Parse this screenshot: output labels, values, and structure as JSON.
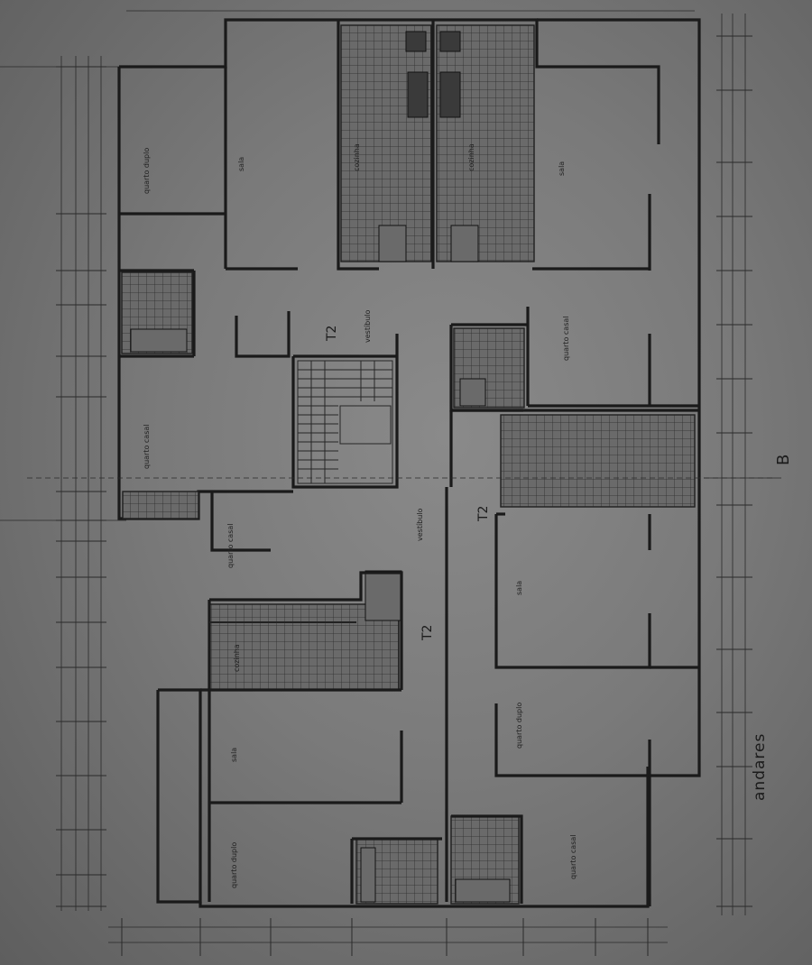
{
  "drawing": {
    "floor_label": "andares",
    "section_marker": "B"
  },
  "rooms": {
    "t2_a": "T2",
    "t2_b": "T2",
    "t2_c": "T2",
    "quarto_casal_1": "quarto casal",
    "quarto_casal_2": "quarto casal",
    "quarto_casal_3": "quarto casal",
    "quarto_casal_4": "quarto casal",
    "quarto_duplo_1": "quarto duplo",
    "quarto_duplo_2": "quarto duplo",
    "quarto_duplo_3": "quarto duplo",
    "sala_1": "sala",
    "sala_2": "sala",
    "sala_3": "sala",
    "sala_4": "sala",
    "cozinha_1": "cozinha",
    "cozinha_2": "cozinha",
    "cozinha_3": "cozinha",
    "vestibulo_1": "vestíbulo",
    "vestibulo_2": "vestíbulo"
  },
  "colors": {
    "paper": "#7a7a7a",
    "ink": "#1a1a1a"
  }
}
